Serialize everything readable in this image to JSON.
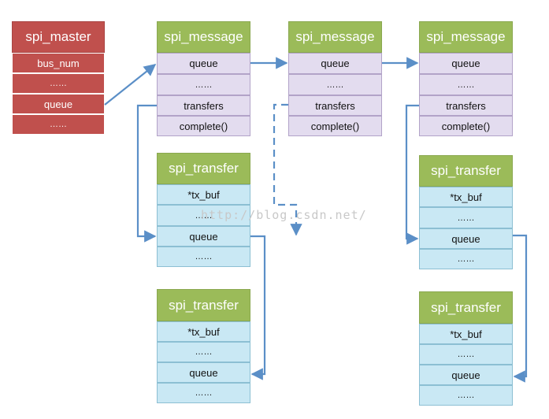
{
  "spi_master": {
    "title": "spi_master",
    "rows": [
      "bus_num",
      "……",
      "queue",
      "……"
    ]
  },
  "messages": [
    {
      "title": "spi_message",
      "rows": [
        "queue",
        "……",
        "transfers",
        "complete()"
      ]
    },
    {
      "title": "spi_message",
      "rows": [
        "queue",
        "……",
        "transfers",
        "complete()"
      ]
    },
    {
      "title": "spi_message",
      "rows": [
        "queue",
        "……",
        "transfers",
        "complete()"
      ]
    }
  ],
  "transfers": [
    {
      "title": "spi_transfer",
      "rows": [
        "*tx_buf",
        "……",
        "queue",
        "……"
      ]
    },
    {
      "title": "spi_transfer",
      "rows": [
        "*tx_buf",
        "……",
        "queue",
        "……"
      ]
    },
    {
      "title": "spi_transfer",
      "rows": [
        "*tx_buf",
        "……",
        "queue",
        "……"
      ]
    },
    {
      "title": "spi_transfer",
      "rows": [
        "*tx_buf",
        "……",
        "queue",
        "……"
      ]
    }
  ],
  "watermark": "http://blog.csdn.net/",
  "colors": {
    "master": "#c0504d",
    "header": "#9bbb59",
    "message_row": "#e3dcef",
    "transfer_row": "#c9e8f4",
    "arrow": "#5b8fc7"
  }
}
